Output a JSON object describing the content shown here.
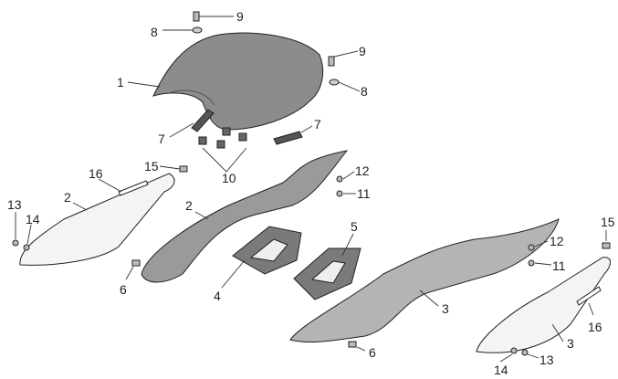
{
  "diagram": {
    "callouts": [
      {
        "id": "c1",
        "text": "9"
      },
      {
        "id": "c2",
        "text": "8"
      },
      {
        "id": "c3",
        "text": "9"
      },
      {
        "id": "c4",
        "text": "8"
      },
      {
        "id": "c5",
        "text": "1"
      },
      {
        "id": "c6",
        "text": "7"
      },
      {
        "id": "c7",
        "text": "7"
      },
      {
        "id": "c8",
        "text": "10"
      },
      {
        "id": "c9",
        "text": "15"
      },
      {
        "id": "c10",
        "text": "12"
      },
      {
        "id": "c11",
        "text": "11"
      },
      {
        "id": "c12",
        "text": "16"
      },
      {
        "id": "c13",
        "text": "2"
      },
      {
        "id": "c14",
        "text": "13"
      },
      {
        "id": "c15",
        "text": "14"
      },
      {
        "id": "c16",
        "text": "2"
      },
      {
        "id": "c17",
        "text": "6"
      },
      {
        "id": "c18",
        "text": "4"
      },
      {
        "id": "c19",
        "text": "5"
      },
      {
        "id": "c20",
        "text": "3"
      },
      {
        "id": "c21",
        "text": "12"
      },
      {
        "id": "c22",
        "text": "15"
      },
      {
        "id": "c23",
        "text": "11"
      },
      {
        "id": "c24",
        "text": "6"
      },
      {
        "id": "c25",
        "text": "3"
      },
      {
        "id": "c26",
        "text": "16"
      },
      {
        "id": "c27",
        "text": "13"
      },
      {
        "id": "c28",
        "text": "14"
      }
    ],
    "colors": {
      "seat": "#8c8c8c",
      "panel_dark": "#9a9a9a",
      "panel_light": "#f4f4f4",
      "tail": "#b4b4b4",
      "pad": "#7a7a7a"
    }
  }
}
